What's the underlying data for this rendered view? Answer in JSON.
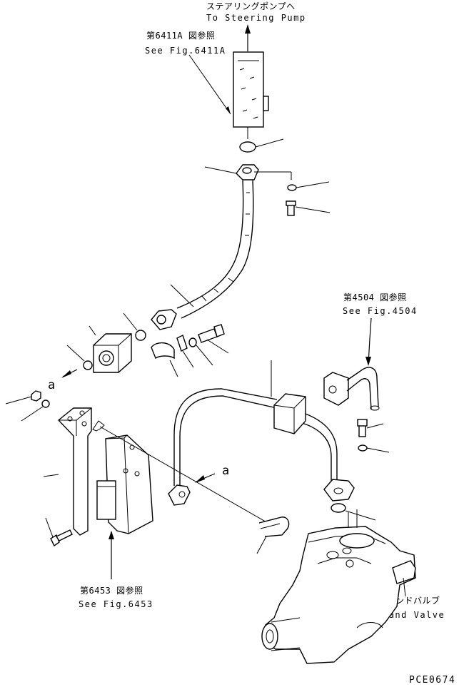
{
  "labels": {
    "to_pump_jp": "ステアリングポンプへ",
    "to_pump_en": "To Steering Pump",
    "fig6411_jp": "第6411A 図参照",
    "fig6411_en": "See Fig.6411A",
    "fig4504_jp": "第4504 図参照",
    "fig4504_en": "See Fig.4504",
    "fig6453_jp": "第6453 図参照",
    "fig6453_en": "See Fig.6453",
    "valve_jp": "ステアリングデマンドバルブ",
    "valve_en": "Steering Demand Valve",
    "view_a_1": "a",
    "view_a_2": "a",
    "drawing_code": "PCE0674"
  }
}
